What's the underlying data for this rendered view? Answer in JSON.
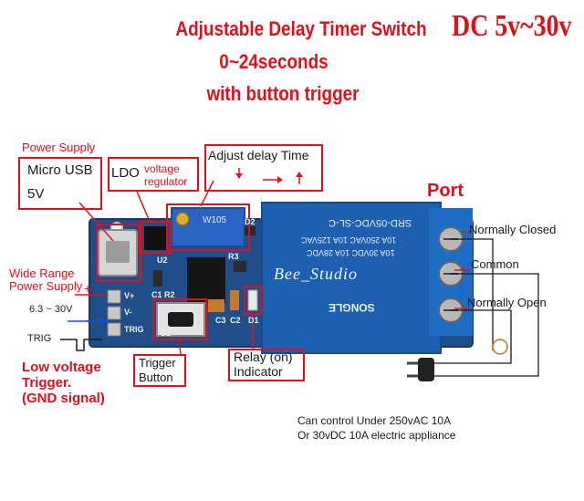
{
  "title": {
    "line1": "Adjustable  Delay Timer Switch",
    "line2": "0~24seconds",
    "line3": "with button trigger",
    "voltage": "DC 5v~30v"
  },
  "labels": {
    "power_supply": "Power Supply",
    "micro_usb": "Micro USB",
    "five_v": "5V",
    "ldo": "LDO",
    "ldo_sub1": "voltage",
    "ldo_sub2": "regulator",
    "adjust_delay": "Adjust delay Time",
    "port": "Port",
    "normally_closed": "Normally Closed",
    "common": "Common",
    "normally_open": "Normally Open",
    "wide_range1": "Wide Range",
    "wide_range2": "Power Supply",
    "plus": "+",
    "minus": "-",
    "voltage_range": "6.3 ~ 30V",
    "trig": "TRIG",
    "low_voltage1": "Low voltage",
    "low_voltage2": "Trigger.",
    "low_voltage3": "(GND signal)",
    "trigger_button1": "Trigger",
    "trigger_button2": "Button",
    "relay1": "Relay (on)",
    "relay2": "Indicator",
    "control1": "Can control Under 250vAC 10A",
    "control2": "Or 30vDC 10A electric appliance",
    "watermark": "Bee_Studio"
  },
  "board": {
    "pins": [
      "V+",
      "V-",
      "TRIG"
    ],
    "silkscreen": [
      "U2",
      "C1",
      "R2",
      "R3",
      "D2",
      "C3",
      "C2",
      "D1",
      "S1",
      "W105"
    ],
    "relay_text": [
      "SRD-05VDC-SL-C",
      "10A 250VAC  10A 125VAC",
      "10A 30VDC  10A 28VDC",
      "SONGLE"
    ]
  },
  "colors": {
    "accent": "#e0101a",
    "pcb": "#1f4e8a",
    "relay": "#1e5fb0",
    "terminal": "#1e6cc4"
  }
}
